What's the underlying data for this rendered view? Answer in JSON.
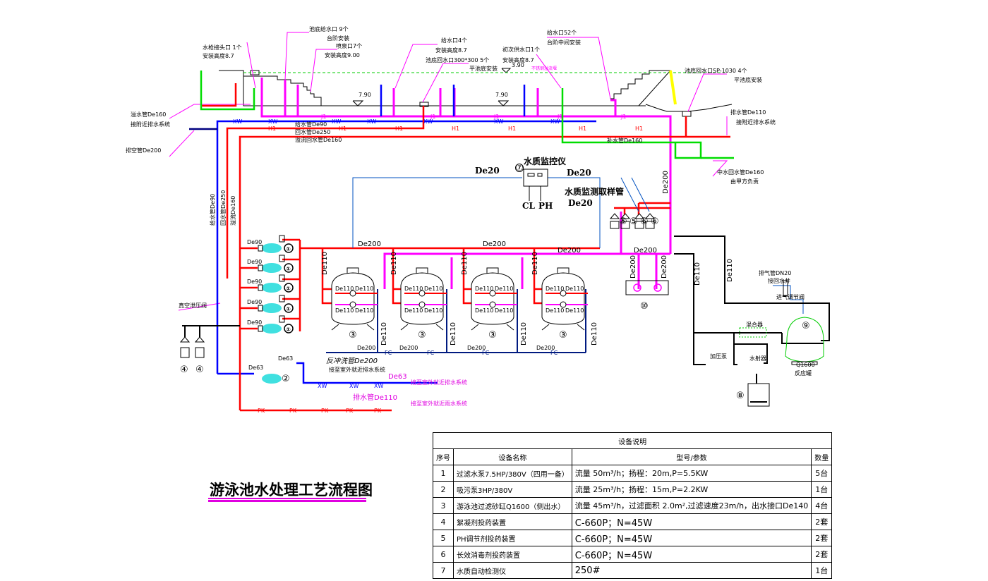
{
  "title": "游泳池水处理工艺流程图",
  "colors": {
    "supply": "#ff00ff",
    "return": "#ff0000",
    "drain": "#0000ff",
    "makeup": "#00dd00",
    "chem": "#000000",
    "monitor": "#0050c0",
    "accent": "#e000e0"
  },
  "annotations": {
    "hose": [
      "水枪接头口 1个",
      "安装高度8.7"
    ],
    "bottom_inlet": [
      "池底给水口 9个",
      "台阶安装",
      "喷泉口7个",
      "安装高度9.00"
    ],
    "inlet4": [
      "给水口4个",
      "安装高度8.7",
      "池底回水口300*300 5个",
      "平池底安装"
    ],
    "first_fill": [
      "初次供水口1个",
      "安装高度8.7",
      "3.90",
      "不锈钢溢流堰"
    ],
    "inlet52": [
      "给水口52个",
      "台阶中间安装"
    ],
    "sp1030": [
      "池底回水口SP-1030 4个",
      "平池底安装"
    ],
    "overflow": [
      "溢水管De160",
      "接附近排水系统"
    ],
    "empty": [
      "排空管De200"
    ],
    "headers": [
      "给水管De90",
      "回水管De250",
      "溢流回水管De160"
    ],
    "drain_right": [
      "排水管De110",
      "接附近排水系统"
    ],
    "reclaim": [
      "中水回水管De160",
      "由甲方负责"
    ],
    "level": [
      "7.90",
      "7.90"
    ],
    "vertical": [
      "给水管De90",
      "回水管De250",
      "溢流De160",
      "De200"
    ],
    "vacuum": "真空泄压阀",
    "backwash": [
      "反冲洗管De200",
      "接至室外就近排水系统"
    ],
    "suction": [
      "De63",
      "De63",
      "De63",
      "接至室外就近排水系统"
    ],
    "drain_bottom": [
      "排水管De110",
      "接至室外就近雨水系统"
    ],
    "mixer": "混合器",
    "booster": "加压泵",
    "ejector": "水射器",
    "reactor": [
      "Q1600",
      "反应罐"
    ],
    "vent": [
      "排气管DN20",
      "接回水井",
      "进气调节阀"
    ],
    "makeup_pipe": "补水管De160"
  },
  "monitor": {
    "title": "水质监控仪",
    "sample": "水质监测取样管",
    "cl": "CL",
    "ph": "PH",
    "de20": [
      "De20",
      "De20",
      "De20"
    ],
    "num": "⑦"
  },
  "pipe_sizes": {
    "main": [
      "De200",
      "De200",
      "De200",
      "De200"
    ],
    "filter": [
      "De110",
      "De110"
    ],
    "pump": "De90",
    "backwash": [
      "De200",
      "De200",
      "De200",
      "De200"
    ],
    "de110": "De110",
    "de63": "De63"
  },
  "line_codes": {
    "j": "J1",
    "xw": "XW",
    "h": "H1",
    "pk": "PK",
    "fc": "FC"
  },
  "equipment_numbers": {
    "pump": "①",
    "suction_pump": "②",
    "filter": "③",
    "floc": "④",
    "ph": "⑤",
    "disinfect": "⑥",
    "ozone": "⑧",
    "reactor": "⑨",
    "heat": "⑩"
  },
  "table": {
    "caption": "设备说明",
    "headers": [
      "序号",
      "设备名称",
      "型号/参数",
      "数量"
    ],
    "rows": [
      [
        "1",
        "过滤水泵7.5HP/380V（四用一备）",
        "流量 50m³/h；扬程：20m,P=5.5KW",
        "5台"
      ],
      [
        "2",
        "吸污泵3HP/380V",
        "流量 25m³/h；扬程：15m,P=2.2KW",
        "1台"
      ],
      [
        "3",
        "游泳池过滤砂缸Q1600（侧出水）",
        "流量 45m³/h，过滤面积 2.0m²,过滤速度23m/h，出水接口De140",
        "4台"
      ],
      [
        "4",
        "絮凝剂投药装置",
        "C-660P；N=45W",
        "2套"
      ],
      [
        "5",
        "PH调节剂投药装置",
        "C-660P；N=45W",
        "2套"
      ],
      [
        "6",
        "长效消毒剂投药装置",
        "C-660P；N=45W",
        "2套"
      ],
      [
        "7",
        "水质自动检测仪",
        "250#",
        "1台"
      ]
    ]
  }
}
